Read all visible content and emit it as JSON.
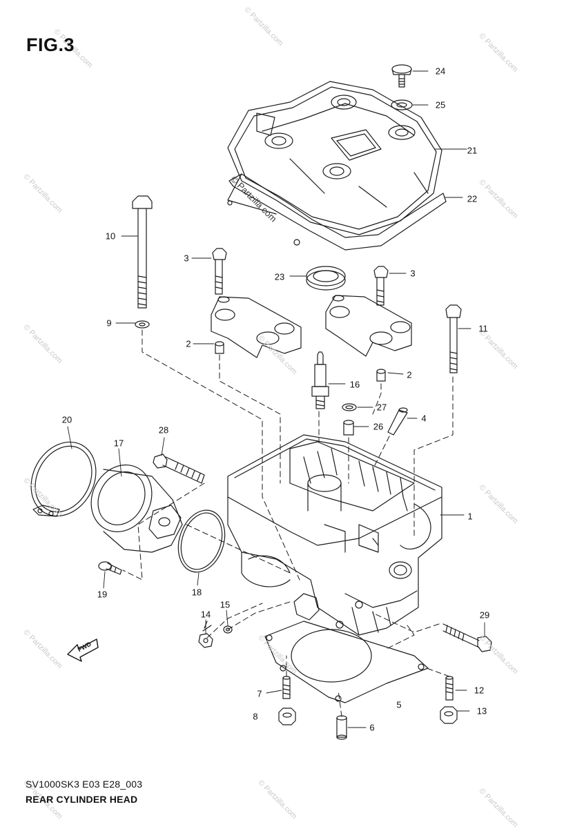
{
  "figure": {
    "title": "FIG.3",
    "model_code": "SV1000SK3 E03 E28_003",
    "name": "REAR CYLINDER HEAD",
    "watermark": "© Partzilla.com",
    "fwd_arrow_text": "FWD"
  },
  "callouts": [
    "1",
    "2",
    "2",
    "3",
    "3",
    "4",
    "5",
    "6",
    "7",
    "8",
    "9",
    "10",
    "11",
    "12",
    "13",
    "14",
    "15",
    "16",
    "17",
    "18",
    "19",
    "20",
    "21",
    "22",
    "23",
    "24",
    "25",
    "26",
    "27",
    "28",
    "29"
  ]
}
